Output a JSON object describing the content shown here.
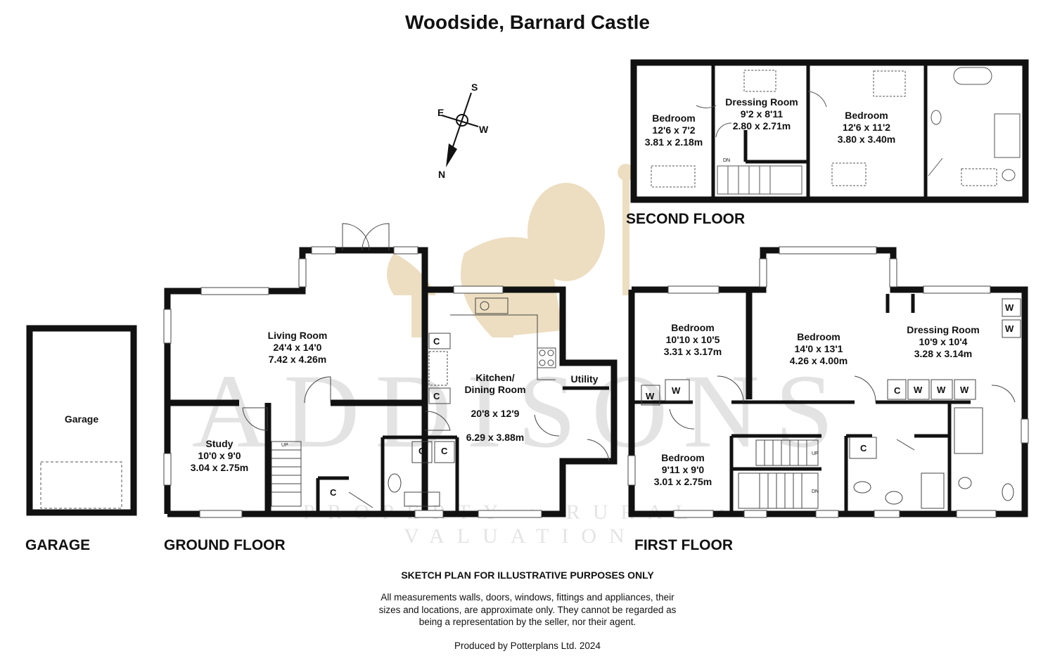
{
  "title": "Woodside, Barnard Castle",
  "floors": {
    "garage": "GARAGE",
    "ground": "GROUND FLOOR",
    "first": "FIRST FLOOR",
    "second": "SECOND FLOOR"
  },
  "rooms": {
    "garage": {
      "name": "Garage"
    },
    "living": {
      "name": "Living Room",
      "imperial": "24'4 x 14'0",
      "metric": "7.42 x 4.26m"
    },
    "study": {
      "name": "Study",
      "imperial": "10'0 x 9'0",
      "metric": "3.04 x 2.75m"
    },
    "kitchen": {
      "name": "Kitchen/\nDining Room",
      "imperial": "20'8 x 12'9",
      "metric": "6.29 x 3.88m"
    },
    "utility": {
      "name": "Utility"
    },
    "ff_bed1": {
      "name": "Bedroom",
      "imperial": "10'10 x 10'5",
      "metric": "3.31 x 3.17m"
    },
    "ff_bed2": {
      "name": "Bedroom",
      "imperial": "14'0 x 13'1",
      "metric": "4.26 x 4.00m"
    },
    "ff_dressing": {
      "name": "Dressing Room",
      "imperial": "10'9 x 10'4",
      "metric": "3.28 x 3.14m"
    },
    "ff_bed3": {
      "name": "Bedroom",
      "imperial": "9'11 x 9'0",
      "metric": "3.01 x 2.75m"
    },
    "sf_bed1": {
      "name": "Bedroom",
      "imperial": "12'6 x 7'2",
      "metric": "3.81 x 2.18m"
    },
    "sf_dressing": {
      "name": "Dressing Room",
      "imperial": "9'2 x 8'11",
      "metric": "2.80 x 2.71m"
    },
    "sf_bed2": {
      "name": "Bedroom",
      "imperial": "12'6 x 11'2",
      "metric": "3.80 x 3.40m"
    }
  },
  "marks": {
    "cupboard": "C",
    "wardrobe": "W",
    "up": "UP",
    "down": "DN"
  },
  "compass": {
    "n": "N",
    "s": "S",
    "e": "E",
    "w": "W"
  },
  "watermark": {
    "brand": "ADDISONS",
    "tagline": "PROPERTY • RURAL • VALUATION"
  },
  "footer": {
    "disclaimer_title": "SKETCH PLAN FOR ILLUSTRATIVE PURPOSES ONLY",
    "disclaimer_line1": "All measurements walls, doors, windows, fittings and appliances, their",
    "disclaimer_line2": "sizes and locations, are approximate only. They cannot be regarded as",
    "disclaimer_line3": "being a representation by the seller, nor their agent.",
    "producer": "Produced by Potterplans Ltd. 2024"
  },
  "colors": {
    "wall": "#111111",
    "watermark_gold": "#e7d3ad",
    "watermark_grey": "#bdbdbd"
  }
}
